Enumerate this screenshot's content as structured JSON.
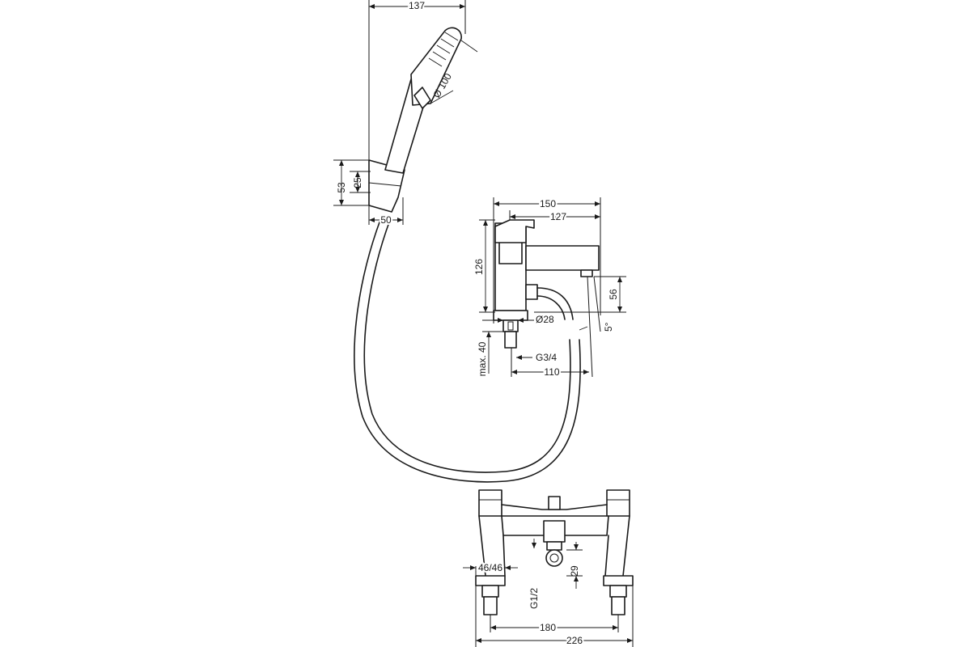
{
  "dimensions": {
    "d137": "137",
    "d100": "Ø 100",
    "d53": "53",
    "d25": "25",
    "d50": "50",
    "d150": "150",
    "d127": "127",
    "d126": "126",
    "d56": "56",
    "d28": "Ø28",
    "deg5": "5°",
    "max40": "max. 40",
    "g34": "G3/4",
    "d110": "110",
    "d4646": "46/46",
    "g12": "G1/2",
    "d29": "29",
    "d180": "180",
    "d226": "226"
  }
}
